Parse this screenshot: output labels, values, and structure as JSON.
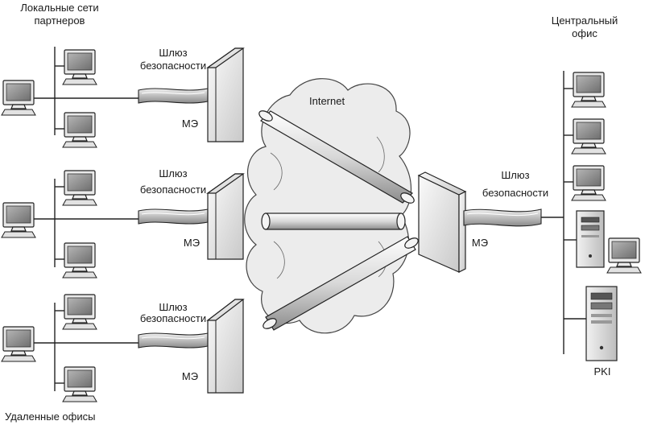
{
  "labels": {
    "partners": [
      "Локальные сети",
      "партнеров"
    ],
    "remote": "Удаленные офисы",
    "central": [
      "Центральный",
      "офис"
    ],
    "internet": "Internet",
    "gateway": [
      "Шлюз",
      "безопасности"
    ],
    "firewall": "МЭ",
    "pki": "PKI"
  },
  "colors": {
    "line": "#222222",
    "cloud": "#ececec",
    "screen": "#9a9a9a"
  },
  "icons": {
    "workstation": "computer-monitor-icon",
    "server": "server-tower-icon",
    "firewall": "firewall-wall-icon",
    "gateway": "security-gateway-icon",
    "internet": "cloud-icon",
    "tunnel": "vpn-tunnel-icon"
  }
}
